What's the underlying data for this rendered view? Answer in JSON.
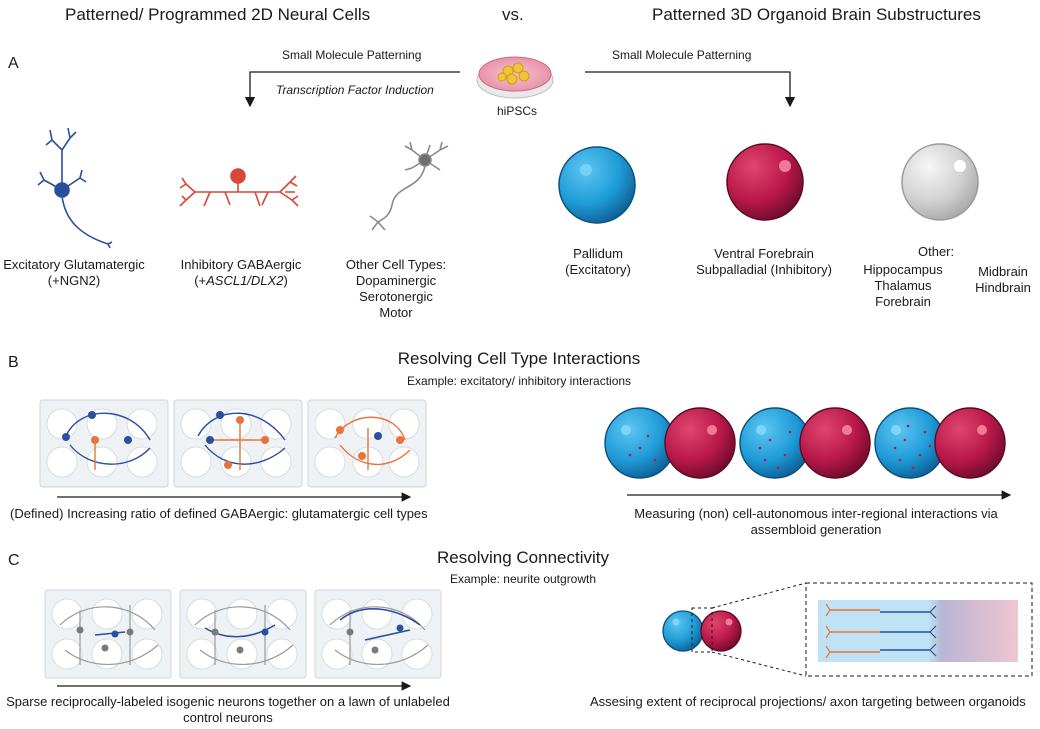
{
  "header": {
    "left_title": "Patterned/ Programmed 2D Neural Cells",
    "vs": "vs.",
    "right_title": "Patterned 3D Organoid Brain Substructures"
  },
  "section_a": {
    "letter": "A",
    "source_label": "hiPSCs",
    "left_arrow_label": "Small Molecule Patterning",
    "left_arrow_label_2": "Transcription Factor  Induction",
    "right_arrow_label": "Small Molecule Patterning",
    "cells": [
      {
        "line1": "Excitatory Glutamatergic",
        "line2": "(+NGN2)"
      },
      {
        "line1": "Inhibitory GABAergic",
        "line2_open": "(+",
        "line2_italic": "ASCL1/DLX2",
        "line2_close": ")"
      },
      {
        "line1": "Other Cell Types:",
        "line2": "Dopaminergic",
        "line3": "Serotonergic",
        "line4": "Motor"
      }
    ],
    "organoids": [
      {
        "line1": "Pallidum",
        "line2": "(Excitatory)",
        "color": "#1f9bd7"
      },
      {
        "line1": "Ventral Forebrain",
        "line2": "Subpalladial (Inhibitory)",
        "color": "#b8184a"
      },
      {
        "line1": "Other:",
        "col1": [
          "Hippocampus",
          "Thalamus",
          "Forebrain"
        ],
        "col2": [
          "Midbrain",
          "Hindbrain"
        ],
        "color": "#cfcfcf"
      }
    ]
  },
  "section_b": {
    "letter": "B",
    "title": "Resolving Cell Type Interactions",
    "subtitle": "Example: excitatory/ inhibitory interactions",
    "left_caption": "(Defined) Increasing ratio of defined GABAergic: glutamatergic cell types",
    "right_caption_1": "Measuring (non) cell-autonomous inter-regional interactions via",
    "right_caption_2": "assembloid generation"
  },
  "section_c": {
    "letter": "C",
    "title": "Resolving Connectivity",
    "subtitle": "Example: neurite outgrowth",
    "left_caption_1": "Sparse reciprocally-labeled isogenic neurons together on a lawn of unlabeled",
    "left_caption_2": "control neurons",
    "right_caption": "Assesing extent of reciprocal projections/ axon targeting between organoids"
  },
  "colors": {
    "excitatory_blue": "#2a4fa0",
    "inhibitory_red": "#d9463a",
    "gaba_orange": "#e8733a",
    "pallidum_blue": "#1f9bd7",
    "forebrain_red": "#b8184a",
    "other_grey": "#cfcfcf"
  }
}
